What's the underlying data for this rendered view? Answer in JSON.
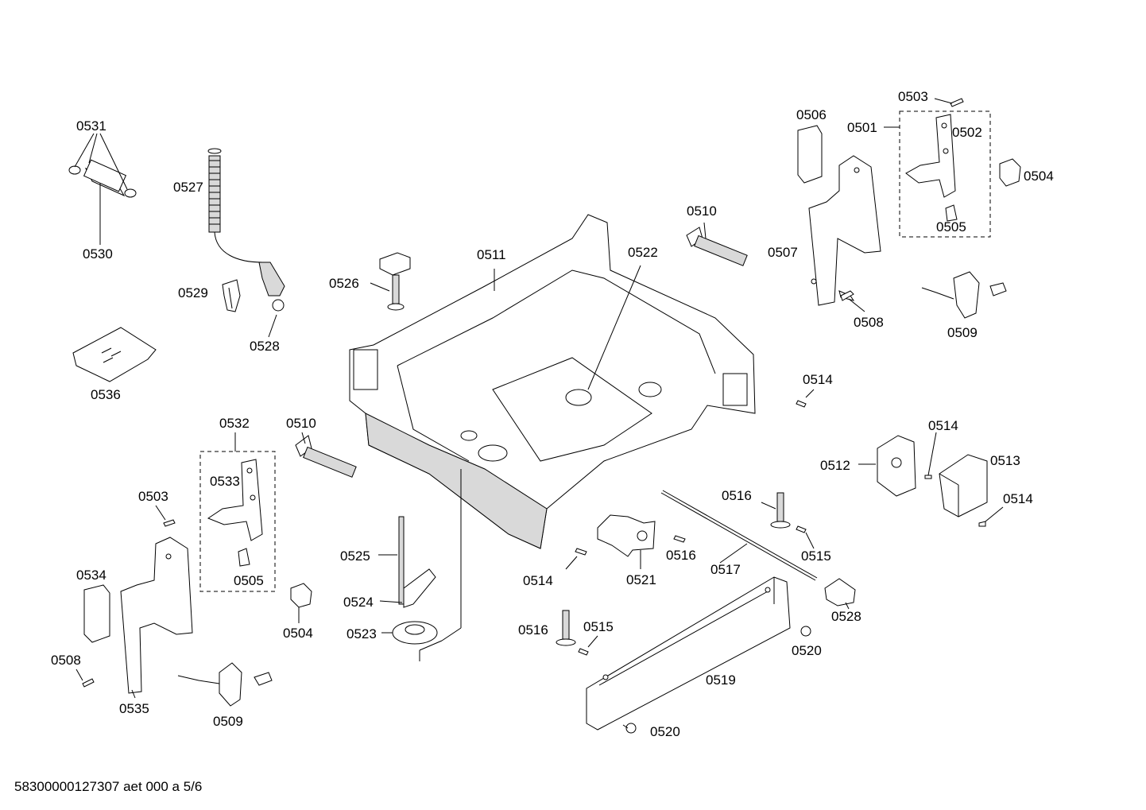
{
  "footer_text": "58300000127307 aet 000 a 5/6",
  "labels": {
    "p0531": "0531",
    "p0530": "0530",
    "p0527": "0527",
    "p0529": "0529",
    "p0528a": "0528",
    "p0536": "0536",
    "p0526": "0526",
    "p0511": "0511",
    "p0522": "0522",
    "p0510a": "0510",
    "p0506": "0506",
    "p0501": "0501",
    "p0503a": "0503",
    "p0502": "0502",
    "p0504a": "0504",
    "p0505a": "0505",
    "p0507": "0507",
    "p0508a": "0508",
    "p0509a": "0509",
    "p0514a": "0514",
    "p0512": "0512",
    "p0514b": "0514",
    "p0513": "0513",
    "p0514c": "0514",
    "p0516a": "0516",
    "p0515a": "0515",
    "p0516b": "0516",
    "p0517": "0517",
    "p0528b": "0528",
    "p0521": "0521",
    "p0514d": "0514",
    "p0532": "0532",
    "p0510b": "0510",
    "p0533": "0533",
    "p0503b": "0503",
    "p0505b": "0505",
    "p0504b": "0504",
    "p0534": "0534",
    "p0508b": "0508",
    "p0535": "0535",
    "p0509b": "0509",
    "p0525": "0525",
    "p0524": "0524",
    "p0523": "0523",
    "p0516c": "0516",
    "p0515b": "0515",
    "p0520a": "0520",
    "p0519": "0519",
    "p0520b": "0520"
  }
}
